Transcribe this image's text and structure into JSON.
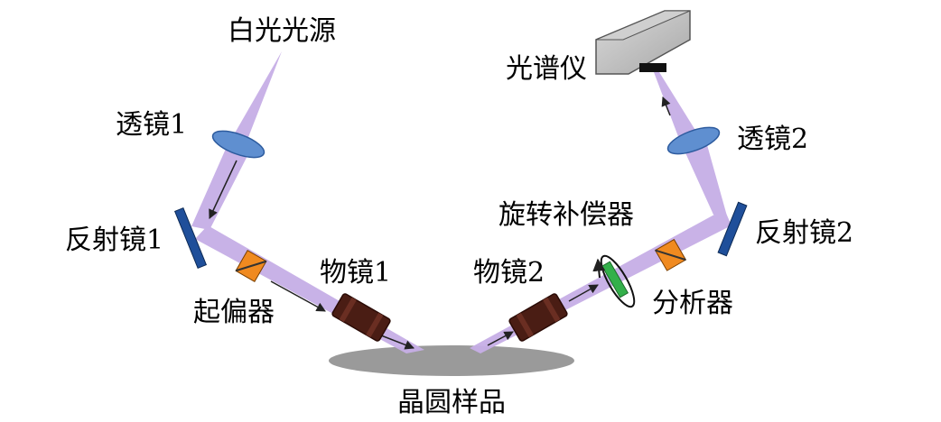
{
  "labels": {
    "white_light_source": "白光光源",
    "spectrometer": "光谱仪",
    "lens1": "透镜1",
    "lens2": "透镜2",
    "mirror1": "反射镜1",
    "mirror2": "反射镜2",
    "rotating_compensator": "旋转补偿器",
    "polarizer": "起偏器",
    "objective1": "物镜1",
    "objective2": "物镜2",
    "analyzer": "分析器",
    "wafer_sample": "晶圆样品"
  },
  "colors": {
    "beam": "#c6aee6",
    "lens": "#5f8fd0",
    "mirror": "#1f4f9a",
    "polarizer": "#f08a20",
    "compensator": "#33b04a",
    "objective": "#4a1d14",
    "wafer": "#9a9a9a",
    "spectrometer": "#bdbdbd"
  },
  "icons": {
    "lens": "ellipse-lens-icon",
    "mirror": "flat-mirror-icon",
    "polarizer": "polarizer-cube-icon",
    "compensator": "waveplate-icon",
    "objective": "objective-lens-icon",
    "spectrometer": "spectrometer-box-icon"
  }
}
